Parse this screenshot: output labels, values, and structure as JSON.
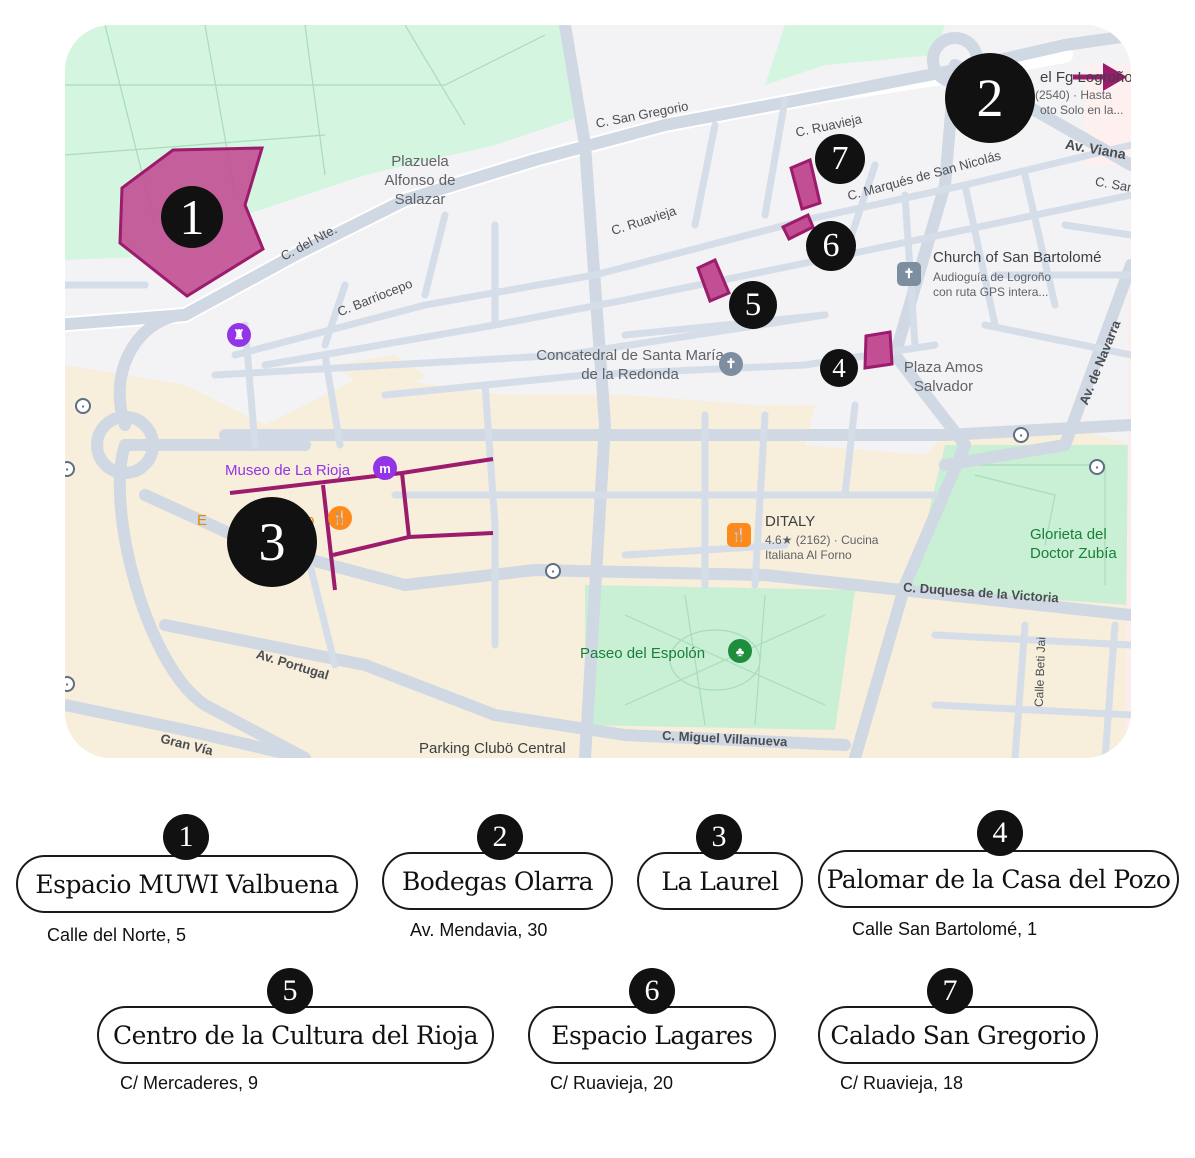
{
  "map": {
    "streets": {
      "san_gregorio": "C. San Gregorio",
      "ruavieja_top": "C. Ruavieja",
      "ruavieja_mid": "C. Ruavieja",
      "marques": "C. Marqués de San Nicolás",
      "viana": "Av. Viana",
      "san_partial": "C. San",
      "del_norte": "C. del Nte.",
      "barriocepo": "C. Barriocepo",
      "navarra": "Av. de Navarra",
      "duquesa": "C. Duquesa de la Victoria",
      "portugal": "Av. Portugal",
      "gran_via": "Gran Vía",
      "miguel": "C. Miguel Villanueva",
      "beti_jai": "Calle Beti Jai"
    },
    "places": {
      "plazuela": "Plazuela Alfonso de Salazar",
      "concatedral": "Concatedral de Santa María de la Redonda",
      "plaza_amos": "Plaza Amos Salvador",
      "museo": "Museo de La Rioja",
      "ditaly_name": "DITALY",
      "ditaly_sub1": "4.6★ (2162) · Cucina",
      "ditaly_sub2": "Italiana Al Forno",
      "church_name": "Church of San Bartolomé",
      "church_sub1": "Audioguía de Logroño",
      "church_sub2": "con ruta GPS intera...",
      "paseo": "Paseo del Espolón",
      "glorieta": "Glorieta del Doctor Zubía",
      "parking": "Parking Clubö Central",
      "hotel_partial1": "el Fg Logroño",
      "hotel_partial2": "(2540) · Hasta",
      "hotel_partial3": "oto Solo en la...",
      "restaurant_partial": "E",
      "restaurant_partial2": "o"
    },
    "markers": [
      "1",
      "2",
      "3",
      "4",
      "5",
      "6",
      "7"
    ]
  },
  "locations": [
    {
      "num": "1",
      "name": "Espacio MUWI Valbuena",
      "address": "Calle del Norte, 5"
    },
    {
      "num": "2",
      "name": "Bodegas Olarra",
      "address": "Av. Mendavia, 30"
    },
    {
      "num": "3",
      "name": "La Laurel",
      "address": ""
    },
    {
      "num": "4",
      "name": "Palomar de la Casa del Pozo",
      "address": "Calle San Bartolomé, 1"
    },
    {
      "num": "5",
      "name": "Centro de la Cultura del Rioja",
      "address": "C/ Mercaderes, 9"
    },
    {
      "num": "6",
      "name": "Espacio Lagares",
      "address": "C/ Ruavieja, 20"
    },
    {
      "num": "7",
      "name": "Calado San Gregorio",
      "address": "C/ Ruavieja, 18"
    }
  ],
  "colors": {
    "accent": "#9c1b6c",
    "highlight_fill": "#c24f93",
    "park": "#d4f5e0",
    "old_town": "#f7eedb",
    "road": "#cfd8e3"
  }
}
